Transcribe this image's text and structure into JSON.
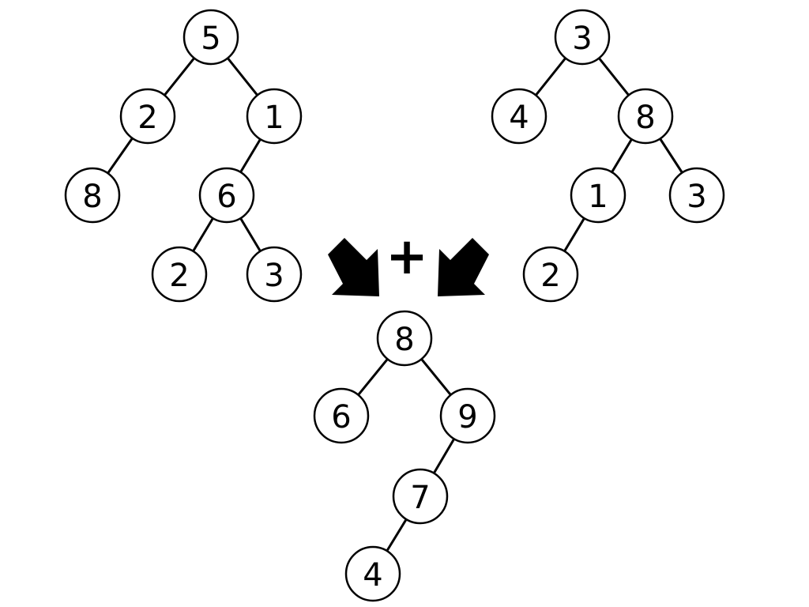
{
  "diagram": {
    "title": "Merge two binary trees",
    "operator": "+",
    "trees": [
      {
        "id": "left_input",
        "labels": [
          "5",
          "2",
          "1",
          "8",
          "6",
          "2",
          "3"
        ],
        "edges": [
          [
            0,
            1
          ],
          [
            0,
            2
          ],
          [
            1,
            3
          ],
          [
            2,
            4
          ],
          [
            4,
            5
          ],
          [
            4,
            6
          ]
        ]
      },
      {
        "id": "right_input",
        "labels": [
          "3",
          "4",
          "8",
          "1",
          "3",
          "2"
        ],
        "edges": [
          [
            0,
            1
          ],
          [
            0,
            2
          ],
          [
            2,
            3
          ],
          [
            2,
            4
          ],
          [
            3,
            5
          ]
        ]
      },
      {
        "id": "merged_result",
        "labels": [
          "8",
          "6",
          "9",
          "7",
          "4"
        ],
        "edges": [
          [
            0,
            1
          ],
          [
            0,
            2
          ],
          [
            2,
            3
          ],
          [
            3,
            4
          ]
        ]
      }
    ],
    "arrows": [
      {
        "name": "arrow-down-right-icon",
        "direction": "down-right"
      },
      {
        "name": "arrow-down-left-icon",
        "direction": "down-left"
      }
    ]
  }
}
